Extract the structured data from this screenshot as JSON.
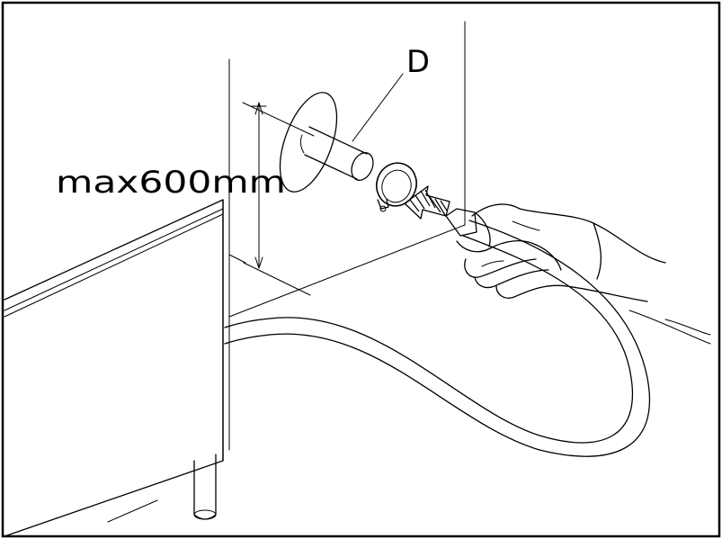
{
  "diagram": {
    "part_label": "D",
    "dimension_label": "max600mm",
    "colors": {
      "line": "#000000",
      "background": "#ffffff"
    },
    "icons": [
      "drain-pipe-fitting",
      "hose-clamp",
      "drain-hose",
      "hand"
    ]
  }
}
